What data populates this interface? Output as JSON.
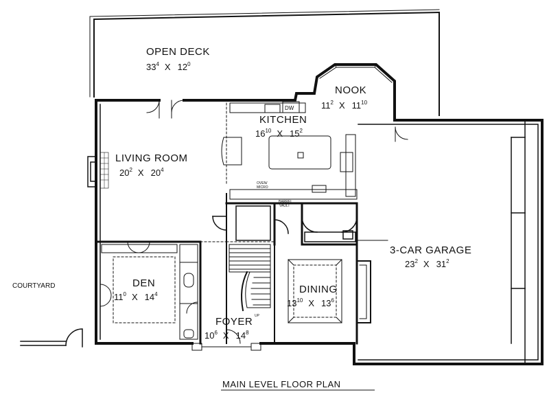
{
  "plan": {
    "title": "MAIN LEVEL FLOOR PLAN",
    "rooms": [
      {
        "name": "OPEN DECK",
        "w": "33",
        "w_in": "4",
        "sep": "X",
        "d": "12",
        "d_in": "0"
      },
      {
        "name": "NOOK",
        "w": "11",
        "w_in": "2",
        "sep": "X",
        "d": "11",
        "d_in": "10"
      },
      {
        "name": "KITCHEN",
        "w": "16",
        "w_in": "10",
        "sep": "X",
        "d": "15",
        "d_in": "2"
      },
      {
        "name": "LIVING ROOM",
        "w": "20",
        "w_in": "2",
        "sep": "X",
        "d": "20",
        "d_in": "4"
      },
      {
        "name": "3-CAR GARAGE",
        "w": "23",
        "w_in": "2",
        "sep": "X",
        "d": "31",
        "d_in": "2"
      },
      {
        "name": "DEN",
        "w": "11",
        "w_in": "0",
        "sep": "X",
        "d": "14",
        "d_in": "4"
      },
      {
        "name": "DINING",
        "w": "13",
        "w_in": "10",
        "sep": "X",
        "d": "13",
        "d_in": "6"
      },
      {
        "name": "FOYER",
        "w": "10",
        "w_in": "6",
        "sep": "X",
        "d": "14",
        "d_in": "8"
      }
    ],
    "notes": {
      "courtyard": "COURTYARD",
      "dw": "DW",
      "oven_micro_1": "OVEN/",
      "oven_micro_2": "MICRO",
      "barrel_1": "BARREL",
      "barrel_2": "VAULT",
      "up": "UP"
    }
  }
}
